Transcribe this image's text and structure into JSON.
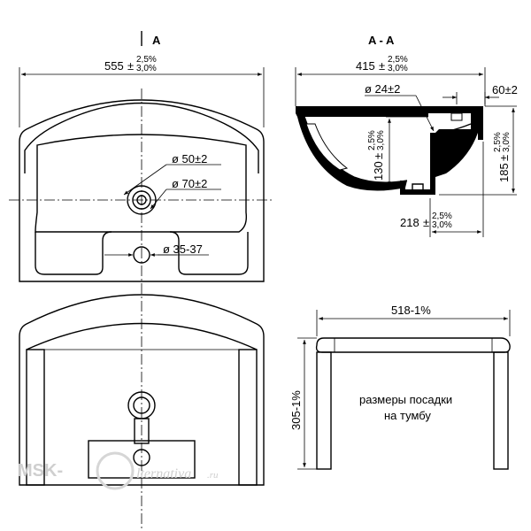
{
  "view_label": "A",
  "section_label": "A - A",
  "width": {
    "main": "555",
    "tol_plus": "2,5%",
    "tol_minus": "3,0%"
  },
  "depth": {
    "main": "415",
    "tol_plus": "2,5%",
    "tol_minus": "3,0%"
  },
  "hole_24": "ø 24±2",
  "offset_60": "60±2",
  "height_130": {
    "main": "130",
    "tol_plus": "2,5%",
    "tol_minus": "3,0%"
  },
  "height_185": {
    "main": "185",
    "tol_plus": "2,5%",
    "tol_minus": "3,0%"
  },
  "dim_218": {
    "main": "218",
    "tol_plus": "2,5%",
    "tol_minus": "3,0%"
  },
  "drain_50": "ø 50±2",
  "drain_70": "ø 70±2",
  "overflow": "ø 35-37",
  "cabinet_width": "518-1%",
  "cabinet_depth": "305-1%",
  "note_line1": "размеры посадки",
  "note_line2": "на тумбу",
  "watermark": "MSK-",
  "watermark_2": "lternativa",
  "watermark_3": ".ru"
}
